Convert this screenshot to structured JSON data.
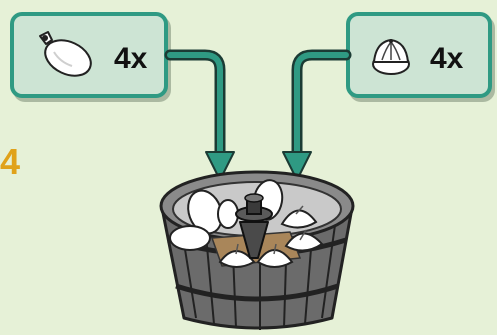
{
  "step": {
    "number": "4"
  },
  "ingredients": [
    {
      "name": "dough-bag-icon",
      "quantity": "4x"
    },
    {
      "name": "dumpling-icon",
      "quantity": "4x"
    }
  ],
  "colors": {
    "background": "#e6f1d7",
    "card_fill": "#cde4d4",
    "card_border": "#2f9a83",
    "arrow": "#2f9a83",
    "step_number": "#e0a21a"
  }
}
